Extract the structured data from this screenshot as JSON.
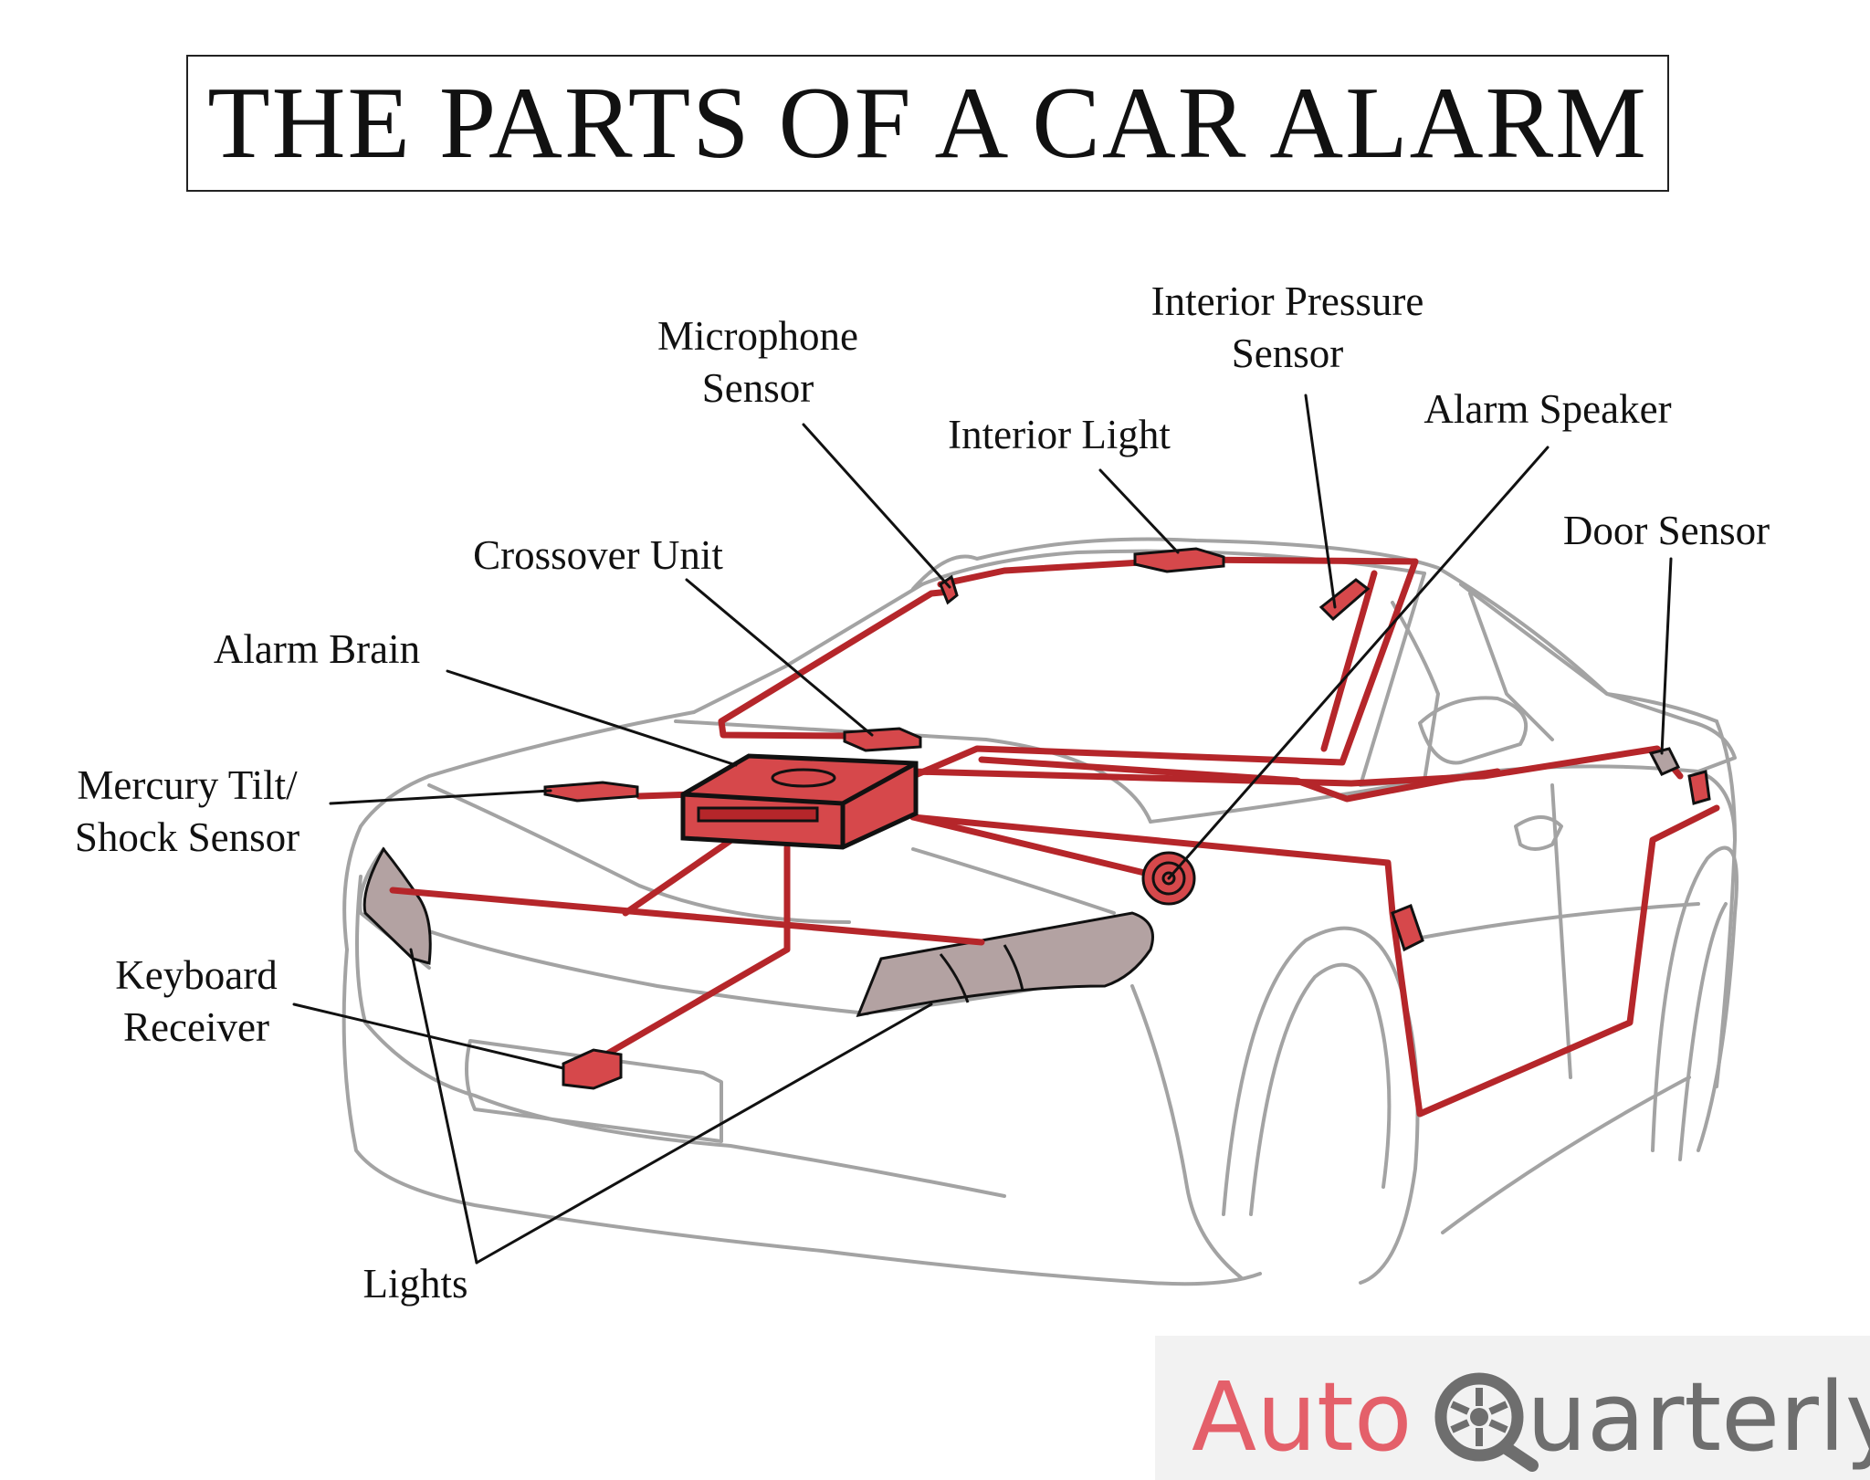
{
  "title": "THE PARTS OF A CAR ALARM",
  "labels": {
    "microphone_sensor": "Microphone\nSensor",
    "interior_pressure_sensor": "Interior Pressure\nSensor",
    "interior_light": "Interior Light",
    "alarm_speaker": "Alarm Speaker",
    "door_sensor": "Door Sensor",
    "crossover_unit": "Crossover Unit",
    "alarm_brain": "Alarm Brain",
    "mercury_tilt": "Mercury Tilt/\nShock Sensor",
    "keyboard_receiver": "Keyboard\nReceiver",
    "lights": "Lights"
  },
  "logo": {
    "auto": "Auto",
    "quarterly": "uarterly"
  },
  "colors": {
    "wire": "#b5262a",
    "part_fill": "#d6484b",
    "outline": "#9b9b9b",
    "light_fill": "#b3a2a2",
    "leader": "#111111"
  }
}
